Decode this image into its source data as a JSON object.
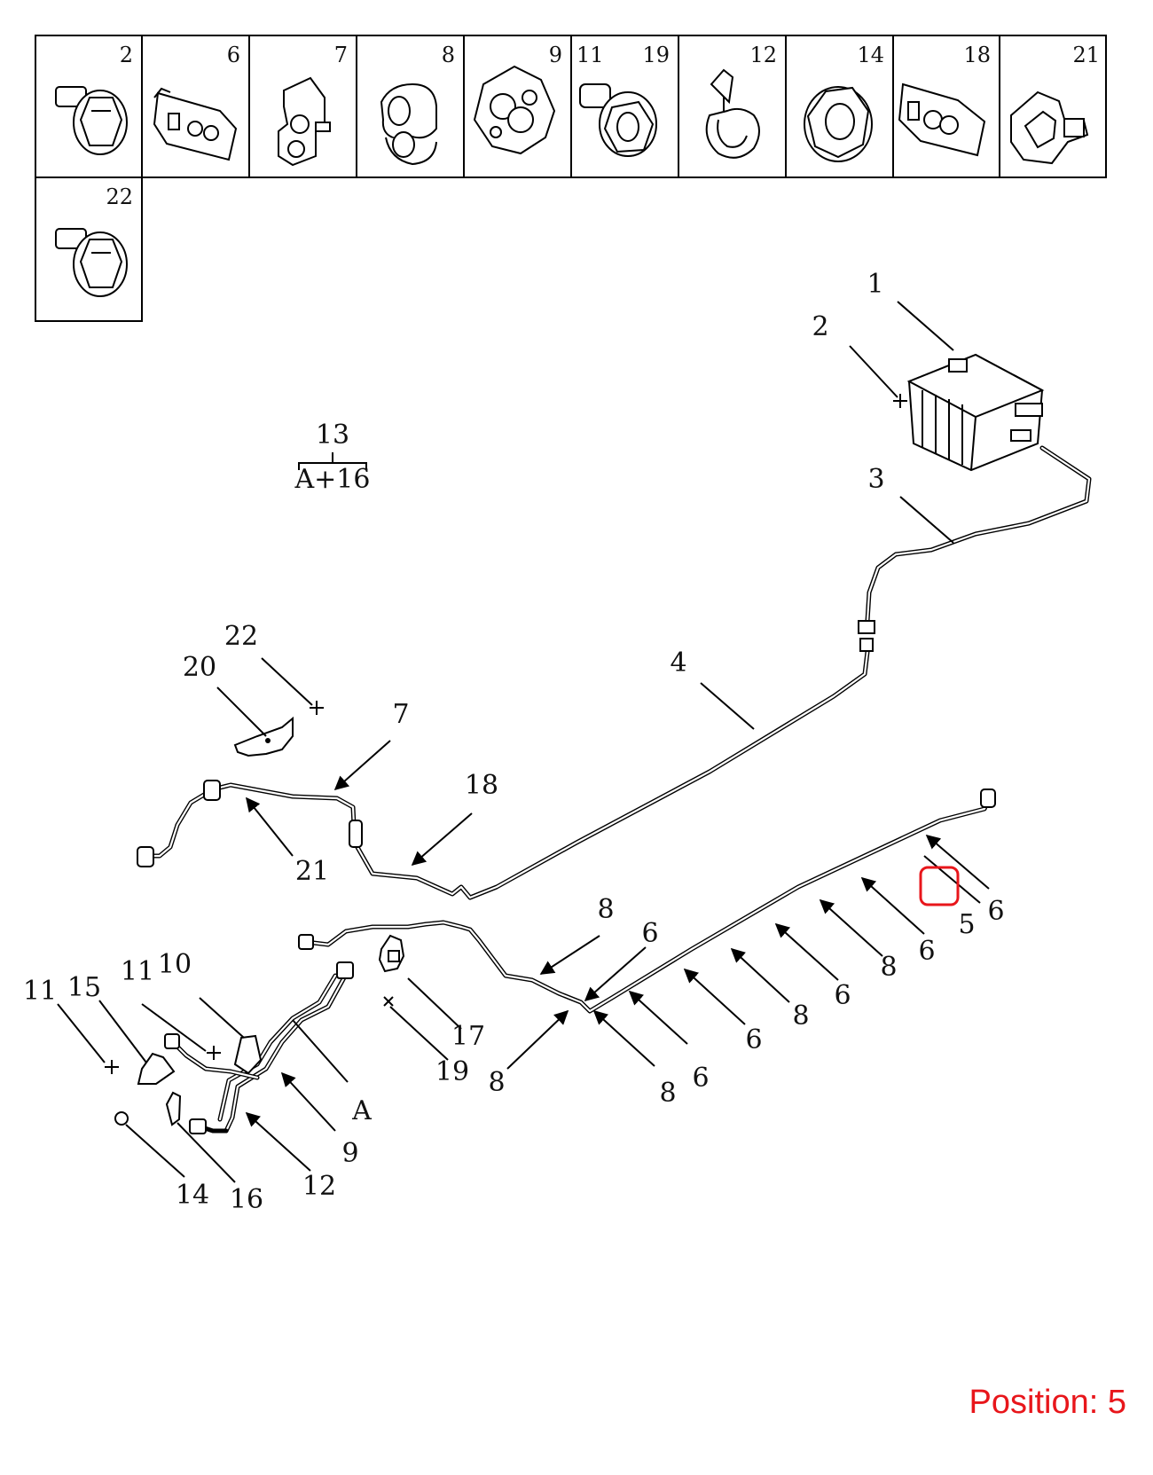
{
  "parts_table": {
    "cells": [
      {
        "numbers": [
          "2"
        ],
        "icon": "flange-bolt-icon"
      },
      {
        "numbers": [
          "6"
        ],
        "icon": "pipe-clip-icon"
      },
      {
        "numbers": [
          "7"
        ],
        "icon": "pipe-clamp-icon"
      },
      {
        "numbers": [
          "8"
        ],
        "icon": "double-clip-icon"
      },
      {
        "numbers": [
          "9"
        ],
        "icon": "multi-pipe-holder-icon"
      },
      {
        "numbers": [
          "11",
          "19"
        ],
        "icon": "stud-bolt-icon"
      },
      {
        "numbers": [
          "12"
        ],
        "icon": "snap-clip-icon"
      },
      {
        "numbers": [
          "14"
        ],
        "icon": "hex-nut-icon"
      },
      {
        "numbers": [
          "18"
        ],
        "icon": "pipe-clip-icon"
      },
      {
        "numbers": [
          "21"
        ],
        "icon": "bracket-clip-icon"
      },
      {
        "numbers": [
          "22"
        ],
        "icon": "flange-bolt-icon"
      }
    ]
  },
  "group_label": {
    "number": "13",
    "formula": "A+16"
  },
  "callouts": [
    {
      "id": "c1",
      "text": "1"
    },
    {
      "id": "c2",
      "text": "2"
    },
    {
      "id": "c3",
      "text": "3"
    },
    {
      "id": "c4",
      "text": "4"
    },
    {
      "id": "c5",
      "text": "5"
    },
    {
      "id": "c6a",
      "text": "6"
    },
    {
      "id": "c6b",
      "text": "6"
    },
    {
      "id": "c6c",
      "text": "6"
    },
    {
      "id": "c6d",
      "text": "6"
    },
    {
      "id": "c6e",
      "text": "6"
    },
    {
      "id": "c6f",
      "text": "6"
    },
    {
      "id": "c7",
      "text": "7"
    },
    {
      "id": "c8a",
      "text": "8"
    },
    {
      "id": "c8b",
      "text": "8"
    },
    {
      "id": "c8c",
      "text": "8"
    },
    {
      "id": "c8d",
      "text": "8"
    },
    {
      "id": "c8e",
      "text": "8"
    },
    {
      "id": "c9",
      "text": "9"
    },
    {
      "id": "c10",
      "text": "10"
    },
    {
      "id": "c11a",
      "text": "11"
    },
    {
      "id": "c11b",
      "text": "11"
    },
    {
      "id": "c12",
      "text": "12"
    },
    {
      "id": "c14",
      "text": "14"
    },
    {
      "id": "c15",
      "text": "15"
    },
    {
      "id": "c16",
      "text": "16"
    },
    {
      "id": "c17",
      "text": "17"
    },
    {
      "id": "c18",
      "text": "18"
    },
    {
      "id": "c19",
      "text": "19"
    },
    {
      "id": "c20",
      "text": "20"
    },
    {
      "id": "c21",
      "text": "21"
    },
    {
      "id": "c22",
      "text": "22"
    },
    {
      "id": "cA",
      "text": "A"
    }
  ],
  "highlight": {
    "target": "5",
    "color": "#e8161b"
  },
  "position_label": "Position: 5"
}
